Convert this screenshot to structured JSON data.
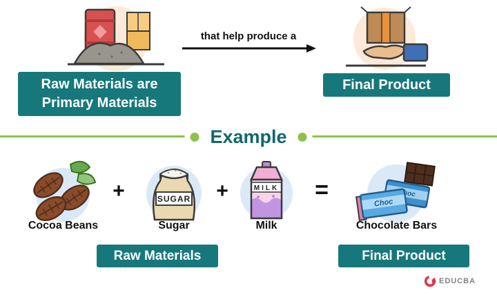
{
  "top": {
    "arrow_label": "that help produce a",
    "raw_badge": {
      "line1": "Raw Materials are",
      "line2": "Primary Materials"
    },
    "final_badge": "Final Product"
  },
  "divider": {
    "title": "Example"
  },
  "example": {
    "items": [
      {
        "label": "Cocoa Beans"
      },
      {
        "label": "Sugar"
      },
      {
        "label": "Milk"
      },
      {
        "label": "Chocolate Bars"
      }
    ],
    "plus": "+",
    "equals": "=",
    "raw_materials_badge": "Raw Materials",
    "final_product_badge": "Final Product"
  },
  "icons": {
    "sugar_label": "SUGAR",
    "milk_label": "MILK",
    "chocolate_wrapper_label": "Choc"
  },
  "brand": {
    "name": "EDUCBA"
  },
  "colors": {
    "badge_teal": "#17787b",
    "example_teal": "#0e686c",
    "divider_green": "#8bc34a",
    "brand_red": "#e23744",
    "peach_circle": "#fce9d8",
    "blue_circle": "#dbe9f7"
  }
}
